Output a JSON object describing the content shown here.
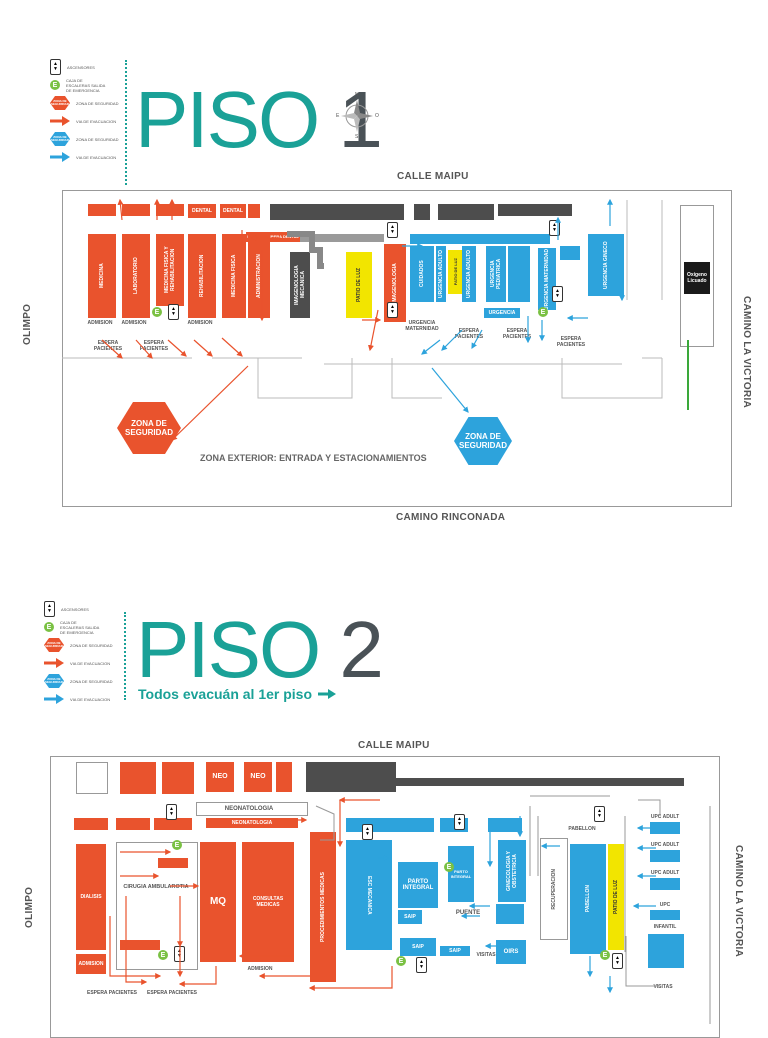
{
  "legend": {
    "items": [
      {
        "icon": "elevator-icon",
        "label": "ASCENSORES"
      },
      {
        "icon": "exit-e-icon",
        "label": "CAJA DE ESCALERAS SALIDA DE EMERGENCIA"
      },
      {
        "icon": "safety-zone-orange-icon",
        "label": "ZONA DE SEGURIDAD",
        "badge": "ZONA DE SEGURIDAD"
      },
      {
        "icon": "evac-arrow-orange-icon",
        "label": "VIA DE EVACUACION"
      },
      {
        "icon": "safety-zone-blue-icon",
        "label": "ZONA DE SEGURIDAD",
        "badge": "ZONA DE SEGURIDAD"
      },
      {
        "icon": "evac-arrow-blue-icon",
        "label": "VIA DE EVACUACION"
      }
    ]
  },
  "floor1": {
    "title_word": "PISO",
    "title_num": "1",
    "compass": {
      "n": "N",
      "s": "S",
      "e": "E",
      "o": "O"
    },
    "street_top": "CALLE MAIPU",
    "street_bottom": "CAMINO RINCONADA",
    "street_left": "OLIMPO",
    "street_right": "CAMINO LA VICTORIA",
    "rooms_top": {
      "dental1": "DENTAL",
      "dental2": "DENTAL",
      "sala_espera": "SALA DE ESPERA DENTAL",
      "oxigeno": "Oxígeno Licuado"
    },
    "rooms_orange_vertical": [
      "MEDICINA",
      "LABORATORIO",
      "MEDICINA FISICA Y REHABILITACION",
      "REHABILITACION",
      "MEDICINA FISICA",
      "ADMINISTRACION",
      "IMAGENOLOGIA"
    ],
    "rooms_grey": [
      "IMAGENOLOGIA MECANICA",
      "PATIO DE LUZ"
    ],
    "rooms_blue_vertical": [
      "CUIDADOS",
      "URGENCIA ADULTO",
      "URGENCIA ADULTO",
      "URGENCIA PEDIATRICA",
      "URGENCIA MATERNIDAD",
      "URGENCIA GINECO"
    ],
    "patio1": "PATIO DE LUZ",
    "patio2": "PATIO DE LUZ",
    "admision": [
      "ADMISION",
      "ADMISION",
      "ADMISION"
    ],
    "espera": [
      "ESPERA PACIENTES",
      "ESPERA PACIENTES",
      "ESPERA PACIENTES",
      "ESPERA PACIENTES",
      "ESPERA PACIENTES"
    ],
    "urgencia_label": "URGENCIA",
    "urgencia_maternidad": "URGENCIA MATERNIDAD",
    "zona_orange": "ZONA DE SEGURIDAD",
    "zona_blue": "ZONA DE SEGURIDAD",
    "exterior": "ZONA EXTERIOR: ENTRADA Y ESTACIONAMIENTOS"
  },
  "floor2": {
    "title_word": "PISO",
    "title_num": "2",
    "subtitle": "Todos evacuán al 1er piso",
    "street_top": "CALLE MAIPU",
    "street_left": "OLIMPO",
    "street_right": "CAMINO LA VICTORIA",
    "neo1": "NEO",
    "neo2": "NEO",
    "neonatologia_top": "NEONATOLOGIA",
    "neonatologia": "NEONATOLOGIA",
    "dialisis": "DIALISIS",
    "admision_left": "ADMISION",
    "cirugia": "CIRUGIA AMBULAROTIA",
    "mq": "MQ",
    "consultas": "CONSULTAS MEDICAS",
    "procedimientos": "PROCEDIMIENTOS MEDICAS",
    "admision_mid": "ADMISION",
    "esp_mecanica": "ESC MECANICA",
    "parto_integral": "PARTO INTEGRAL",
    "saip1": "SAIP",
    "saip2": "SAIP",
    "saip3": "SAIP",
    "parto_integral_small": "PARTO INTEGRAL",
    "puente": "PUENTE",
    "oirs": "OIRS",
    "visitas1": "VISITAS",
    "visitas2": "VISITAS",
    "pabellon_top": "PABELLON",
    "pabellon": "PABELLON",
    "recuperacion": "RECUPERACION",
    "patio": "PATIO DE LUZ",
    "ginecologia": "GINECOLOGIA Y OBSTETRICIA",
    "upc": [
      "UPC ADULT",
      "UPC ADULT",
      "UPC ADULT",
      "UPC",
      "INFANTIL"
    ],
    "espera1": "ESPERA PACIENTES",
    "espera2": "ESPERA PACIENTES"
  }
}
